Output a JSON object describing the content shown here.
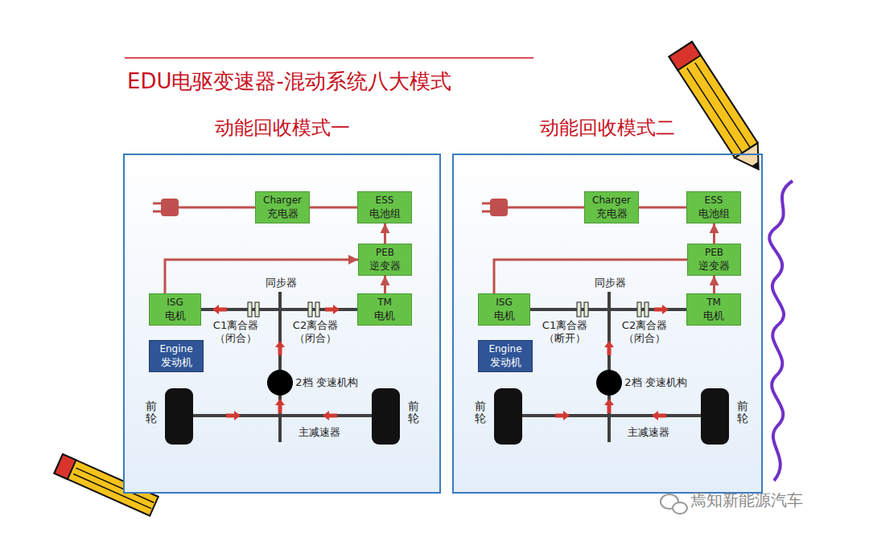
{
  "diagram": {
    "title": "EDU电驱变速器-混动系统八大模式",
    "nodes": [
      {
        "text": [
          "动能回收模式一"
        ]
      },
      {
        "text": [
          "Charger",
          "充电器"
        ],
        "in": 0
      },
      {
        "text": [
          "ESS",
          "电池组"
        ],
        "in": 0
      },
      {
        "text": [
          "PEB",
          "逆变器"
        ],
        "in": 0
      },
      {
        "text": [
          "ISG",
          "电机"
        ],
        "in": 0
      },
      {
        "text": [
          "TM",
          "电机"
        ],
        "in": 0
      },
      {
        "text": [
          "Engine",
          "发动机"
        ],
        "in": 0
      },
      {
        "text": [
          "动能回收模式二"
        ]
      },
      {
        "text": [
          "Charger",
          "充电器"
        ],
        "in": 7
      },
      {
        "text": [
          "ESS",
          "电池组"
        ],
        "in": 7
      },
      {
        "text": [
          "PEB",
          "逆变器"
        ],
        "in": 7
      },
      {
        "text": [
          "ISG",
          "电机"
        ],
        "in": 7
      },
      {
        "text": [
          "TM",
          "电机"
        ],
        "in": 7
      },
      {
        "text": [
          "Engine",
          "发动机"
        ],
        "in": 7
      }
    ],
    "edges": [
      {
        "from": 1,
        "to": 2,
        "arrow": "none"
      },
      {
        "from": 3,
        "to": 2,
        "arrow": "to"
      },
      {
        "from": 5,
        "to": 3,
        "arrow": "to"
      },
      {
        "from": 4,
        "to": 3,
        "arrow": "to"
      },
      {
        "from": 4,
        "to": 5,
        "arrow": "none"
      },
      {
        "from": 8,
        "to": 9,
        "arrow": "none"
      },
      {
        "from": 10,
        "to": 9,
        "arrow": "to"
      },
      {
        "from": 12,
        "to": 10,
        "arrow": "to"
      },
      {
        "from": 11,
        "to": 10,
        "arrow": "none"
      },
      {
        "from": 11,
        "to": 12,
        "arrow": "none"
      }
    ],
    "labels": [
      "同步器",
      "C1离合器 （闭合）",
      "C2离合器 （闭合）",
      "2档 变速机构",
      "前轮",
      "前轮",
      "主减速器",
      "同步器",
      "C1离合器 （断开）",
      "C2离合器 （闭合）",
      "2档 变速机构",
      "前轮",
      "前轮",
      "主减速器",
      "焉知新能源汽车"
    ]
  }
}
